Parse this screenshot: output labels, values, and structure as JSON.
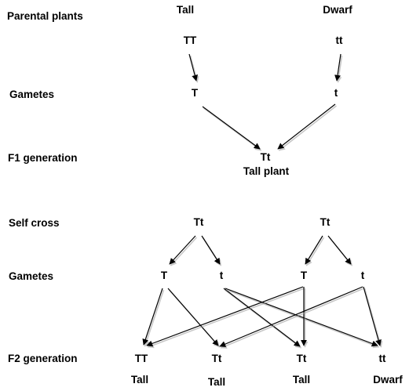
{
  "rows": {
    "parental": "Parental plants",
    "gametes_1": "Gametes",
    "f1": "F1 generation",
    "self_cross": "Self cross",
    "gametes_2": "Gametes",
    "f2": "F2 generation"
  },
  "parents": {
    "left_phenotype": "Tall",
    "right_phenotype": "Dwarf",
    "left_genotype": "TT",
    "right_genotype": "tt"
  },
  "gametes_1": {
    "left": "T",
    "right": "t"
  },
  "f1": {
    "genotype": "Tt",
    "phenotype": "Tall plant"
  },
  "self_cross": {
    "left": "Tt",
    "right": "Tt"
  },
  "gametes_2": {
    "g1": "T",
    "g2": "t",
    "g3": "T",
    "g4": "t"
  },
  "f2": {
    "genotypes": [
      "TT",
      "Tt",
      "Tt",
      "tt"
    ],
    "phenotypes": [
      "Tall",
      "Tall",
      "Tall",
      "Dwarf"
    ]
  }
}
